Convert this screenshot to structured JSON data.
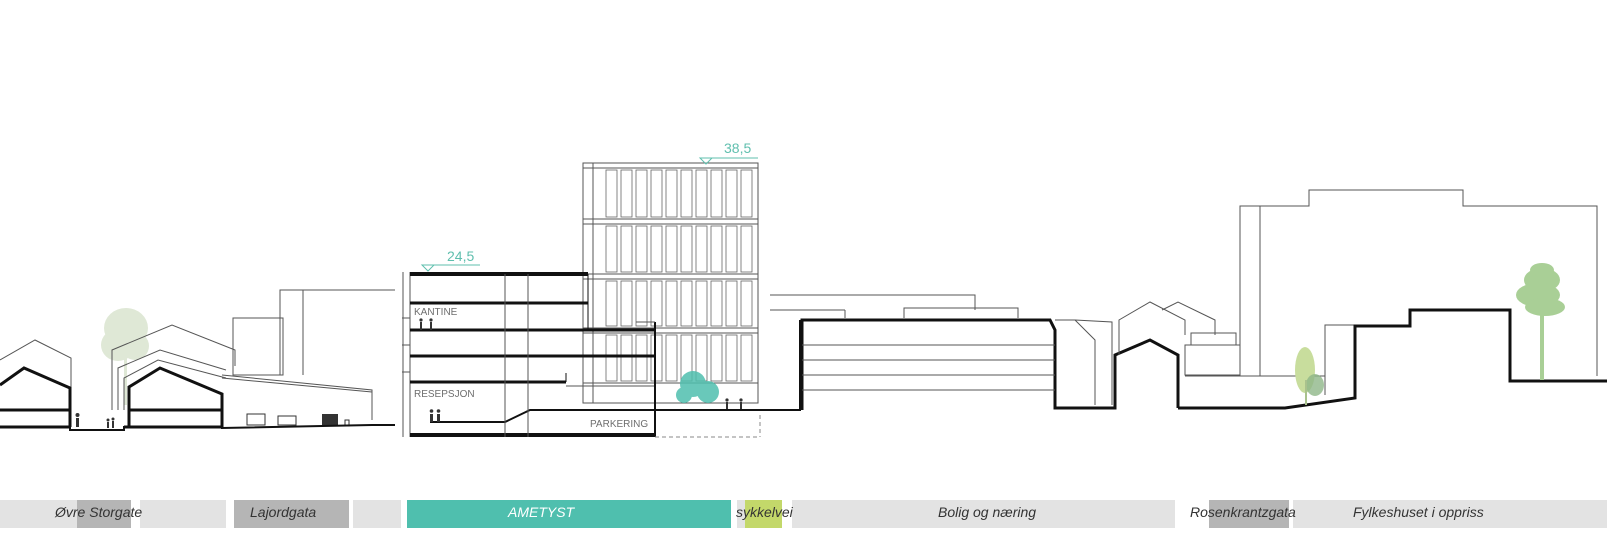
{
  "colors": {
    "accent_teal": "#4fbfae",
    "bike_green": "#c3d86a",
    "strip_light": "#e3e3e3",
    "strip_dark": "#b5b5b5",
    "tree_green": "#a9cf96",
    "tree_pale": "#dfe8d6",
    "line": "#111111",
    "thin_line": "#555555"
  },
  "elevations": {
    "tower_top": "38,5",
    "podium_top": "24,5"
  },
  "rooms": {
    "kantine": "KANTINE",
    "resepsjon": "RESEPSJON",
    "parkering": "PARKERING"
  },
  "strip": {
    "ovre_storgate": "Øvre Storgate",
    "lajordgata": "Lajordgata",
    "ametyst": "AMETYST",
    "sykkelvei": "sykkelvei",
    "bolig_og_naering": "Bolig og næring",
    "rosenkrantzgata": "Rosenkrantzgata",
    "fylkeshuset": "Fylkeshuset i oppriss"
  }
}
